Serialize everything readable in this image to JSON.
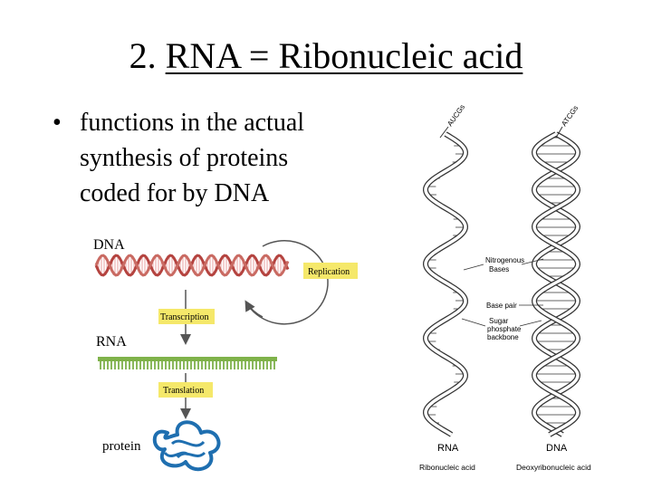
{
  "slide": {
    "title_number": "2.",
    "title_text": "RNA = Ribonucleic acid",
    "bullet_symbol": "•",
    "bullet_lines": [
      "functions in the actual",
      "synthesis of proteins",
      "coded for by DNA"
    ]
  },
  "flow_diagram": {
    "dna_label": "DNA",
    "replication_label": "Replication",
    "transcription_label": "Transcription",
    "rna_label": "RNA",
    "translation_label": "Translation",
    "protein_label": "protein",
    "box_color": "#f5e86a"
  },
  "helix_diagram": {
    "rna_top_label": "AUCGs",
    "dna_top_label": "ATCGs",
    "callouts": [
      "Nitrogenous",
      "Bases",
      "Base pair",
      "Sugar",
      "phosphate",
      "backbone"
    ],
    "rna_caption": "RNA",
    "rna_subcaption": "Ribonucleic acid",
    "dna_caption": "DNA",
    "dna_subcaption": "Deoxyribonucleic acid"
  }
}
